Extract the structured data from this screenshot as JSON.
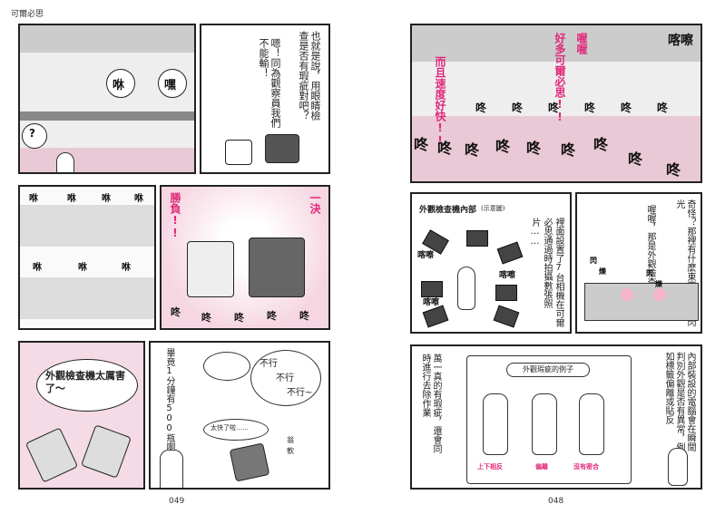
{
  "running_head": "可爾必思",
  "pages": {
    "left_number": "049",
    "right_number": "048"
  },
  "left": {
    "p1": {
      "bubbles": [
        "咻",
        "嘿",
        "?"
      ],
      "narration": "也就是說，用眼睛檢查是否有瑕疵對吧？",
      "speech": "嗯！同為觀察員我們不能輸！"
    },
    "p2": {
      "sfx_top": [
        "咻",
        "咻",
        "咻",
        "咻"
      ],
      "sfx_mid": [
        "咻",
        "咻",
        "咻"
      ],
      "declare_left": "勝負!!",
      "declare_right": "一決",
      "sfx_bottom": [
        "咚",
        "咚",
        "咚",
        "咚",
        "咚"
      ]
    },
    "p3": {
      "speech": "外觀檢查機太厲害了～",
      "narration": "畢竟1分鐘有500瓶啊……",
      "no": [
        "不行",
        "不行",
        "不行~"
      ],
      "small": "太快了啦……",
      "sfx": [
        "翁",
        "軟",
        "翁",
        "軟"
      ]
    }
  },
  "right": {
    "p1": {
      "pink_a": "喔喔",
      "pink_b": "好多可爾必思!!",
      "pink_c": "而且速度好快!!",
      "sfx_corner": "喀嚓",
      "sfx_row": [
        "咚",
        "咚",
        "咚",
        "咚",
        "咚",
        "咚"
      ],
      "sfx_big": [
        "咚",
        "咚",
        "咚",
        "咚",
        "咚",
        "咚",
        "咚",
        "咚",
        "咚"
      ]
    },
    "p2": {
      "title": "外觀檢查機內部",
      "subtitle": "(示意圖)",
      "sfx": [
        "喀嚓",
        "喀嚓",
        "喀嚓"
      ],
      "narration": "裡面設置了7台相機在可爾必思通過時拍攝數張照片……"
    },
    "p3": {
      "question": "奇怪？那裡有什麼東西在發出閃光",
      "answer": "喔喔，那是外觀檢查機",
      "sfx": [
        "閃",
        "爍",
        "閃",
        "爍"
      ]
    },
    "p4": {
      "box_title": "外觀瑕疵的例子",
      "labels": [
        "上下相反",
        "偏離",
        "沒有密合"
      ],
      "narration_a": "內部裝設的電腦會在瞬間判別外觀是否有異常，例如標籤偏離或貼反",
      "narration_b": "萬一真的有瑕疵，還會同時進行去除作業"
    }
  }
}
